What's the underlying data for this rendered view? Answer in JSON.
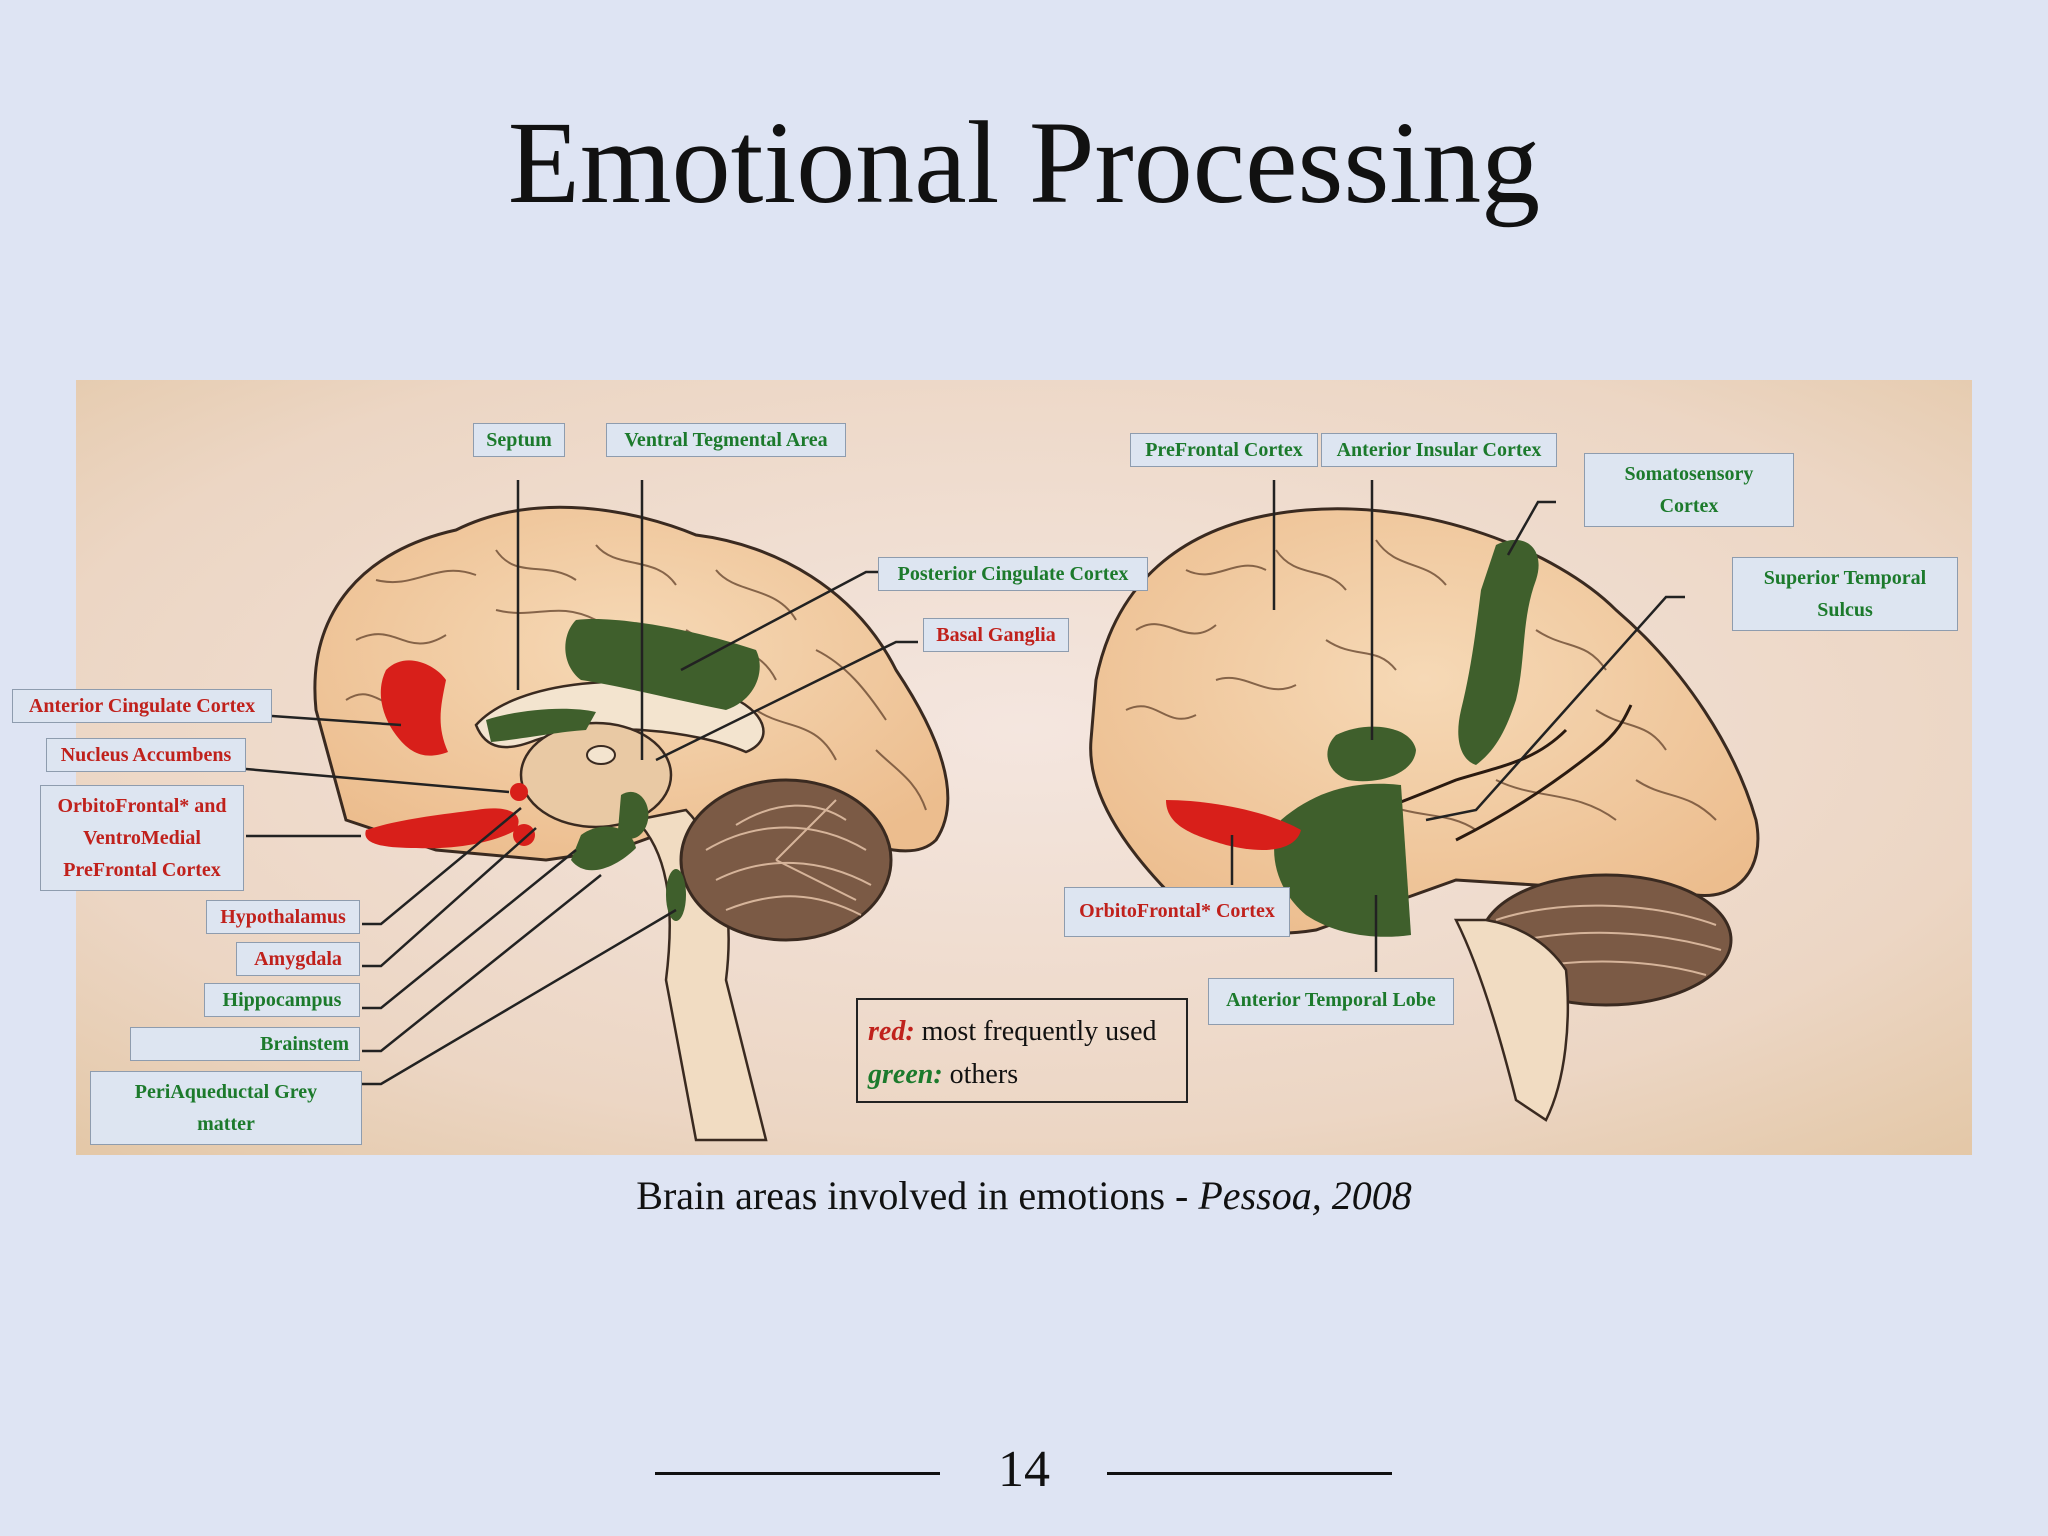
{
  "slide": {
    "title": "Emotional Processing",
    "caption_text": "Brain areas involved in emotions - ",
    "caption_citation": "Pessoa, 2008",
    "page_number": "14"
  },
  "legend": {
    "red_key": "red:",
    "red_text": " most frequently used",
    "green_key": "green:",
    "green_text": " others"
  },
  "colors": {
    "red": "#c0211c",
    "green": "#1c7a2c",
    "region_red": "#d81f1a",
    "region_green": "#3f5f2c"
  },
  "labels": {
    "septum": "Septum",
    "ventral_tegmental_area": "Ventral Tegmental Area",
    "posterior_cingulate_cortex": "Posterior Cingulate Cortex",
    "basal_ganglia": "Basal Ganglia",
    "anterior_cingulate_cortex": "Anterior Cingulate Cortex",
    "nucleus_accumbens": "Nucleus Accumbens",
    "orbitofrontal_vmpfc": [
      "OrbitoFrontal* and",
      "VentroMedial",
      "PreFrontal Cortex"
    ],
    "hypothalamus": "Hypothalamus",
    "amygdala": "Amygdala",
    "hippocampus": "Hippocampus",
    "brainstem": "Brainstem",
    "periaqueductal": [
      "PeriAqueductal Grey",
      "matter"
    ],
    "prefrontal_cortex": "PreFrontal Cortex",
    "anterior_insular_cortex": "Anterior Insular Cortex",
    "somatosensory_cortex": [
      "Somatosensory",
      "Cortex"
    ],
    "superior_temporal_sulcus": [
      "Superior Temporal",
      "Sulcus"
    ],
    "orbitofrontal_cortex": "OrbitoFrontal* Cortex",
    "anterior_temporal_lobe": "Anterior Temporal Lobe"
  }
}
